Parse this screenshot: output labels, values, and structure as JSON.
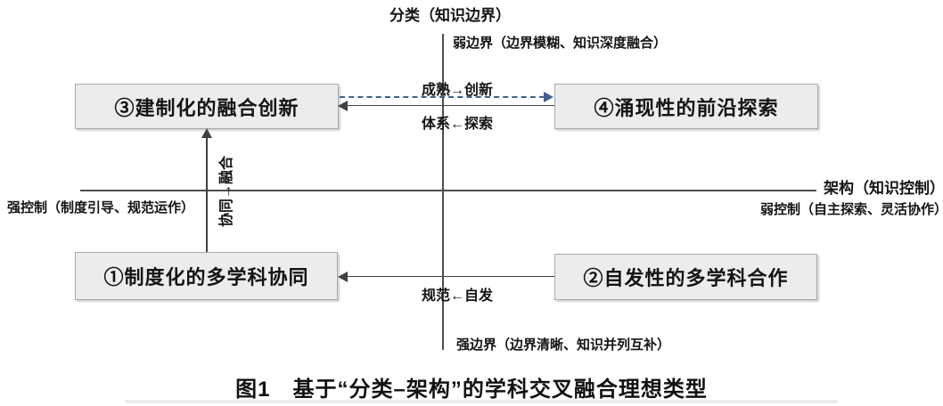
{
  "figure": {
    "caption": "图1　基于“分类–架构”的学科交叉融合理想类型"
  },
  "axes": {
    "vertical_title": "分类（知识边界）",
    "vertical_top_label": "弱边界（边界模糊、知识深度融合）",
    "vertical_bottom_label": "强边界（边界清晰、知识并列互补）",
    "horizontal_title": "架构（知识控制）",
    "horizontal_left_label": "强控制（制度引导、规范运作）",
    "horizontal_right_label": "弱控制（自主探索、灵活协作）"
  },
  "quadrants": {
    "top_left": "③建制化的融合创新",
    "top_right": "④涌现性的前沿探索",
    "bottom_left": "①制度化的多学科协同",
    "bottom_right": "②自发性的多学科合作"
  },
  "transitions": {
    "top_dashed_label": "成熟→创新",
    "top_solid_label": "体系←探索",
    "left_vertical_label": "协同→融合",
    "bottom_label": "规范←自发"
  },
  "colors": {
    "dashed_arrow": "#41628e",
    "solid_arrow": "#404040",
    "axis_line": "#4d4d4d",
    "box_fill": "#ececec",
    "box_border": "#a8a8a8",
    "text": "#141414"
  }
}
